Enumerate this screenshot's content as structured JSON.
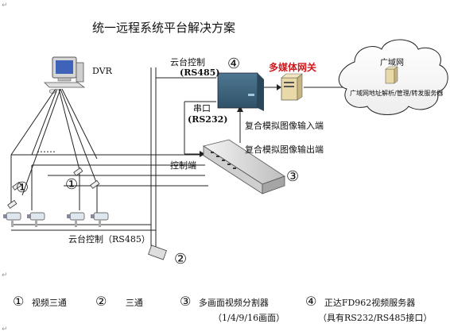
{
  "title": "统一远程系统平台解决方案",
  "labels": {
    "dvr": "DVR",
    "ptz_control_top": "云台控制",
    "rs485_top": "(RS485)",
    "serial_port": "串口",
    "rs232": "(RS232)",
    "composite_in": "复合模拟图像输入端",
    "composite_out": "复合模拟图像输出端",
    "control_end": "控制端",
    "multimedia_gateway": "多媒体网关",
    "wan": "广域网",
    "wan_server": "广域网地址解析/管理/转发服务器",
    "ptz_bottom": "云台控制（RS485）",
    "dots": "……"
  },
  "markers": {
    "m1": "①",
    "m2": "②",
    "m3": "③",
    "m4": "④"
  },
  "legend": [
    {
      "marker": "①",
      "text": "视频三通"
    },
    {
      "marker": "②",
      "text": "三通"
    },
    {
      "marker": "③",
      "text": "多画面视频分割器",
      "sub": "（1/4/9/16画面）"
    },
    {
      "marker": "④",
      "text": "正达FD962视频服务器",
      "sub": "（具有RS232/RS485接口）"
    }
  ],
  "return_mark": "↵"
}
